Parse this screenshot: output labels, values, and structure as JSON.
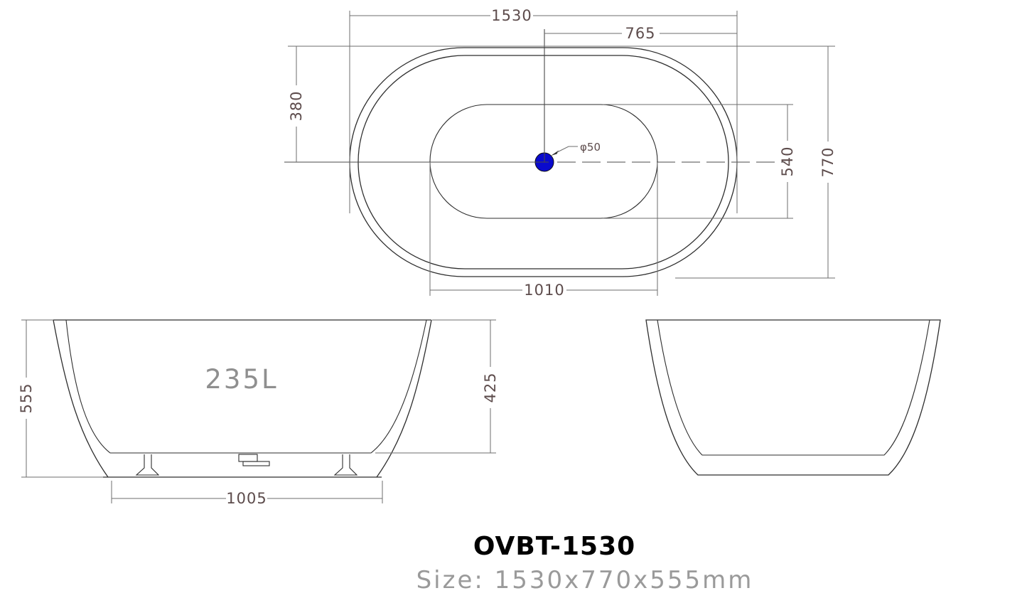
{
  "drawing": {
    "title": "OVBT-1530",
    "subtitle": "Size: 1530x770x555mm",
    "views": {
      "top": {
        "dims": {
          "overall_length": "1530",
          "center_to_end": "765",
          "edge_to_center_width": "380",
          "inner_width": "540",
          "overall_width": "770",
          "inner_floor_length": "1010",
          "drain_diameter": "φ50"
        }
      },
      "front": {
        "capacity": "235L",
        "dims": {
          "overall_height": "555",
          "inner_depth": "425",
          "base_length": "1005"
        }
      },
      "side": {}
    },
    "colors": {
      "water": "#87d9f1",
      "drain": "#0a0acd",
      "outline": "#2e2e2e",
      "dim_line": "#6e6e6e",
      "dim_text": "#5d4c4c",
      "capacity_gray": "#8f8f8f",
      "subtitle_gray": "#9a9a9a",
      "title_black": "#000000"
    }
  }
}
